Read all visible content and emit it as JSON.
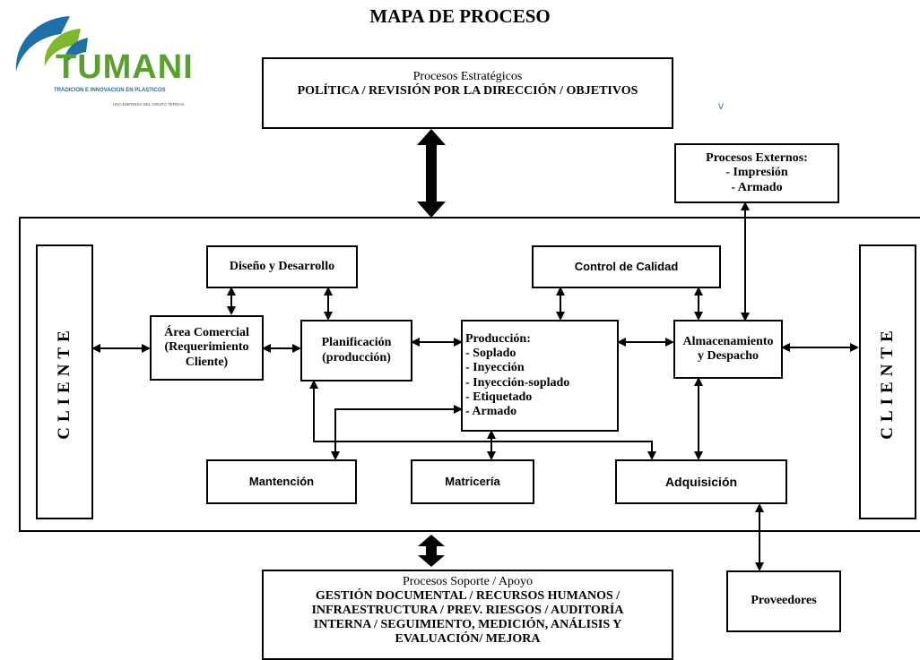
{
  "title": "MAPA DE PROCESO",
  "logo": {
    "name": "TUMANI",
    "tagline": "TRADICION E INNOVACION EN PLASTICOS",
    "subtagline": "UNA EMPRESA DEL GRUPO TERRAS",
    "colors": {
      "arc_blue": "#1f6fa8",
      "arc_green": "#7fb82e",
      "text_green": "#5aa02c"
    }
  },
  "strategic": {
    "heading": "Procesos Estratégicos",
    "line": "POLÍTICA / REVISIÓN POR LA DIRECCIÓN / OBJETIVOS"
  },
  "stray_mark": "v",
  "external": {
    "heading": "Procesos Externos:",
    "items": [
      "- Impresión",
      "- Armado"
    ]
  },
  "client_left": "CLIENTE",
  "client_right": "CLIENTE",
  "design": "Diseño y Desarrollo",
  "quality": "Control de Calidad",
  "commercial": [
    "Área Comercial",
    "(Requerimiento",
    "Cliente)"
  ],
  "planning": [
    "Planificación",
    "(producción)"
  ],
  "production": {
    "heading": "Producción:",
    "items": [
      "- Soplado",
      "- Inyección",
      "- Inyección-soplado",
      "- Etiquetado",
      "- Armado"
    ]
  },
  "storage": [
    "Almacenamiento",
    "y Despacho"
  ],
  "maintenance": "Mantención",
  "tooling": "Matricería",
  "acquisition": "Adquisición",
  "suppliers": "Proveedores",
  "support": {
    "heading": "Procesos Soporte / Apoyo",
    "lines": [
      "GESTIÓN DOCUMENTAL / RECURSOS HUMANOS /",
      "INFRAESTRUCTURA / PREV. RIESGOS / AUDITORÍA",
      "INTERNA / SEGUIMIENTO, MEDICIÓN, ANÁLISIS Y",
      "EVALUACIÓN/ MEJORA"
    ]
  }
}
